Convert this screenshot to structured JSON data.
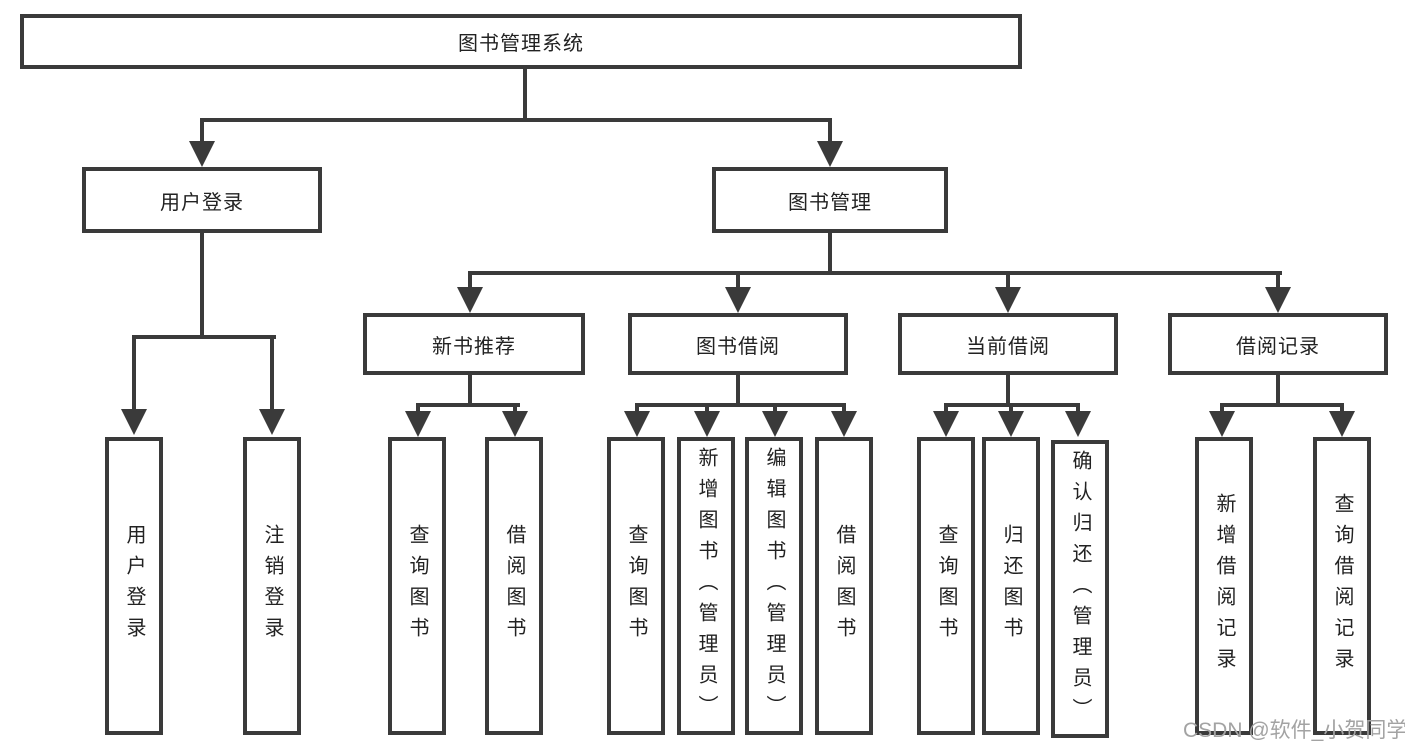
{
  "diagram": {
    "title_node": "图书管理系统",
    "root": {
      "label": "图书管理系统"
    },
    "branches": [
      {
        "label": "用户登录",
        "children": [
          "用户登录",
          "注销登录"
        ]
      },
      {
        "label": "图书管理",
        "groups": [
          {
            "label": "新书推荐",
            "children": [
              "查询图书",
              "借阅图书"
            ]
          },
          {
            "label": "图书借阅",
            "children": [
              "查询图书",
              "新增图书（管理员）",
              "编辑图书（管理员）",
              "借阅图书"
            ]
          },
          {
            "label": "当前借阅",
            "children": [
              "查询图书",
              "归还图书",
              "确认归还（管理员）"
            ]
          },
          {
            "label": "借阅记录",
            "children": [
              "新增借阅记录",
              "查询借阅记录"
            ]
          }
        ]
      }
    ],
    "watermark": "CSDN @软件_小贺同学",
    "colors": {
      "line": "#3a3a3a",
      "text": "#222222",
      "background": "#ffffff",
      "watermark": "#a3a3a3"
    }
  }
}
